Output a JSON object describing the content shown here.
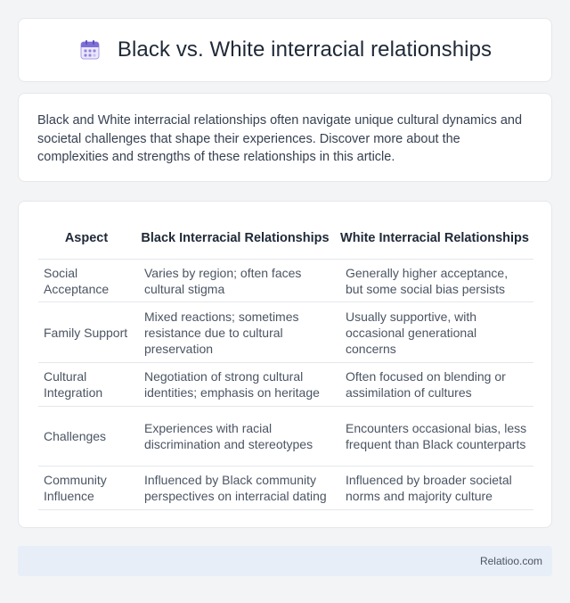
{
  "header": {
    "title": "Black vs. White interracial relationships",
    "icon": "calendar-icon",
    "icon_color": "#7c6fd6"
  },
  "intro": {
    "text": "Black and White interracial relationships often navigate unique cultural dynamics and societal challenges that shape their experiences. Discover more about the complexities and strengths of these relationships in this article."
  },
  "table": {
    "headers": [
      "Aspect",
      "Black Interracial Relationships",
      "White Interracial Relationships"
    ],
    "rows": [
      [
        "Social Acceptance",
        "Varies by region; often faces cultural stigma",
        "Generally higher acceptance, but some social bias persists"
      ],
      [
        "Family Support",
        "Mixed reactions; sometimes resistance due to cultural preservation",
        "Usually supportive, with occasional generational concerns"
      ],
      [
        "Cultural Integration",
        "Negotiation of strong cultural identities; emphasis on heritage",
        "Often focused on blending or assimilation of cultures"
      ],
      [
        "Challenges",
        "Experiences with racial discrimination and stereotypes",
        "Encounters occasional bias, less frequent than Black counterparts"
      ],
      [
        "Community Influence",
        "Influenced by Black community perspectives on interracial dating",
        "Influenced by broader societal norms and majority culture"
      ]
    ]
  },
  "footer": {
    "site": "Relatioo.com"
  }
}
